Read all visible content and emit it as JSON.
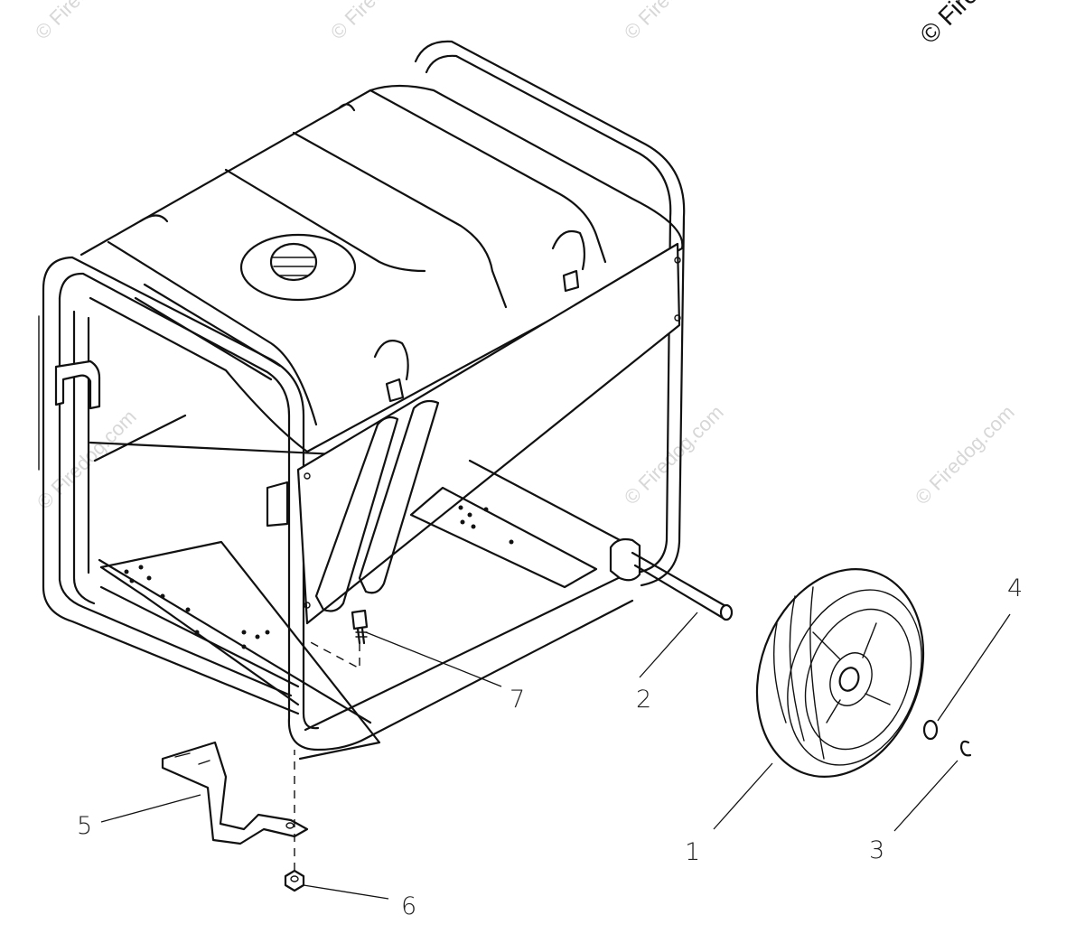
{
  "callouts": [
    {
      "id": "1",
      "text": "1"
    },
    {
      "id": "2",
      "text": "2"
    },
    {
      "id": "3",
      "text": "3"
    },
    {
      "id": "4",
      "text": "4"
    },
    {
      "id": "5",
      "text": "5"
    },
    {
      "id": "6",
      "text": "6"
    },
    {
      "id": "7",
      "text": "7"
    }
  ],
  "watermarks": {
    "copyright": "© Firedog.com",
    "site": "© Firedog.com"
  }
}
